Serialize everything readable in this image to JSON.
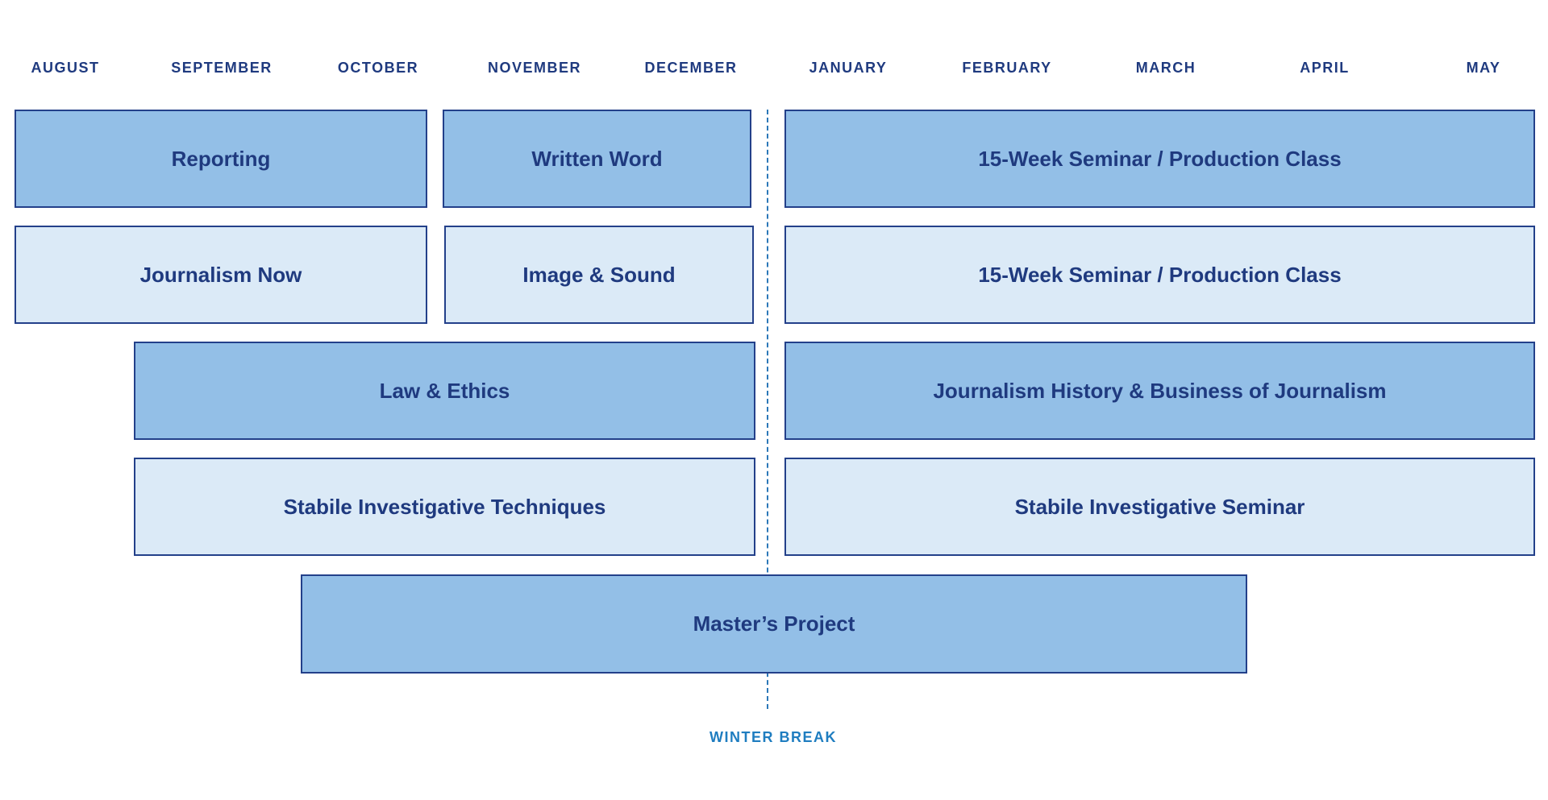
{
  "months": [
    "AUGUST",
    "SEPTEMBER",
    "OCTOBER",
    "NOVEMBER",
    "DECEMBER",
    "JANUARY",
    "FEBRUARY",
    "MARCH",
    "APRIL",
    "MAY"
  ],
  "courses": {
    "reporting": "Reporting",
    "written_word": "Written Word",
    "seminar_production_1": "15-Week Seminar / Production Class",
    "journalism_now": "Journalism Now",
    "image_sound": "Image & Sound",
    "seminar_production_2": "15-Week Seminar / Production Class",
    "law_ethics": "Law & Ethics",
    "history_business": "Journalism History & Business of Journalism",
    "investigative_techniques": "Stabile Investigative Techniques",
    "investigative_seminar": "Stabile Investigative Seminar",
    "masters_project": "Master’s Project"
  },
  "winter_break": "WINTER BREAK",
  "colors": {
    "text": "#1f3a7f",
    "border": "#23408a",
    "block_dark": "#93bfe7",
    "block_light": "#dbeaf7",
    "break_line": "#2c78b8",
    "break_label": "#1f7dc0"
  }
}
